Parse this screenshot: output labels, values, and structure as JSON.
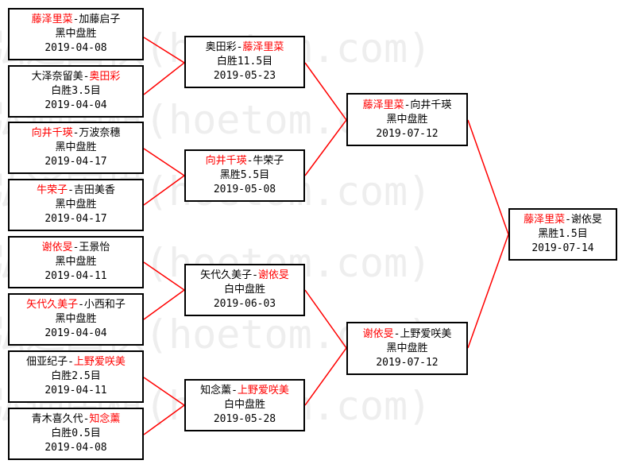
{
  "watermark": "弘通围棋(hoetom.com)",
  "colors": {
    "winner": "#ff0000",
    "line": "#ff0000",
    "border": "#000000"
  },
  "matches": [
    {
      "id": "r1-1",
      "p1": "藤泽里菜",
      "sep": "-",
      "p2": "加藤启子",
      "winner": 1,
      "result": "黑中盘胜",
      "date": "2019-04-08"
    },
    {
      "id": "r1-2",
      "p1": "大泽奈留美",
      "sep": "-",
      "p2": "奥田彩",
      "winner": 2,
      "result": "白胜3.5目",
      "date": "2019-04-04"
    },
    {
      "id": "r1-3",
      "p1": "向井千瑛",
      "sep": "-",
      "p2": "万波奈穗",
      "winner": 1,
      "result": "黑中盘胜",
      "date": "2019-04-17"
    },
    {
      "id": "r1-4",
      "p1": "牛荣子",
      "sep": "-",
      "p2": "吉田美香",
      "winner": 1,
      "result": "黑中盘胜",
      "date": "2019-04-17"
    },
    {
      "id": "r1-5",
      "p1": "谢依旻",
      "sep": "-",
      "p2": "王景怡",
      "winner": 1,
      "result": "黑中盘胜",
      "date": "2019-04-11"
    },
    {
      "id": "r1-6",
      "p1": "矢代久美子",
      "sep": "-",
      "p2": "小西和子",
      "winner": 1,
      "result": "黑中盘胜",
      "date": "2019-04-04"
    },
    {
      "id": "r1-7",
      "p1": "佃亚纪子",
      "sep": "-",
      "p2": "上野爱咲美",
      "winner": 2,
      "result": "白胜2.5目",
      "date": "2019-04-11"
    },
    {
      "id": "r1-8",
      "p1": "青木喜久代",
      "sep": "-",
      "p2": "知念薰",
      "winner": 2,
      "result": "白胜0.5目",
      "date": "2019-04-08"
    },
    {
      "id": "r2-1",
      "p1": "奥田彩",
      "sep": "-",
      "p2": "藤泽里菜",
      "winner": 2,
      "result": "白胜11.5目",
      "date": "2019-05-23"
    },
    {
      "id": "r2-2",
      "p1": "向井千瑛",
      "sep": "-",
      "p2": "牛荣子",
      "winner": 1,
      "result": "黑胜5.5目",
      "date": "2019-05-08"
    },
    {
      "id": "r2-3",
      "p1": "矢代久美子",
      "sep": "-",
      "p2": "谢依旻",
      "winner": 2,
      "result": "白中盘胜",
      "date": "2019-06-03"
    },
    {
      "id": "r2-4",
      "p1": "知念薰",
      "sep": "-",
      "p2": "上野爱咲美",
      "winner": 2,
      "result": "白中盘胜",
      "date": "2019-05-28"
    },
    {
      "id": "r3-1",
      "p1": "藤泽里菜",
      "sep": "-",
      "p2": "向井千瑛",
      "winner": 1,
      "result": "黑中盘胜",
      "date": "2019-07-12"
    },
    {
      "id": "r3-2",
      "p1": "谢依旻",
      "sep": "-",
      "p2": "上野爱咲美",
      "winner": 1,
      "result": "黑中盘胜",
      "date": "2019-07-12"
    },
    {
      "id": "r4-1",
      "p1": "藤泽里菜",
      "sep": "-",
      "p2": "谢依旻",
      "winner": 1,
      "result": "黑胜1.5目",
      "date": "2019-07-14"
    }
  ]
}
